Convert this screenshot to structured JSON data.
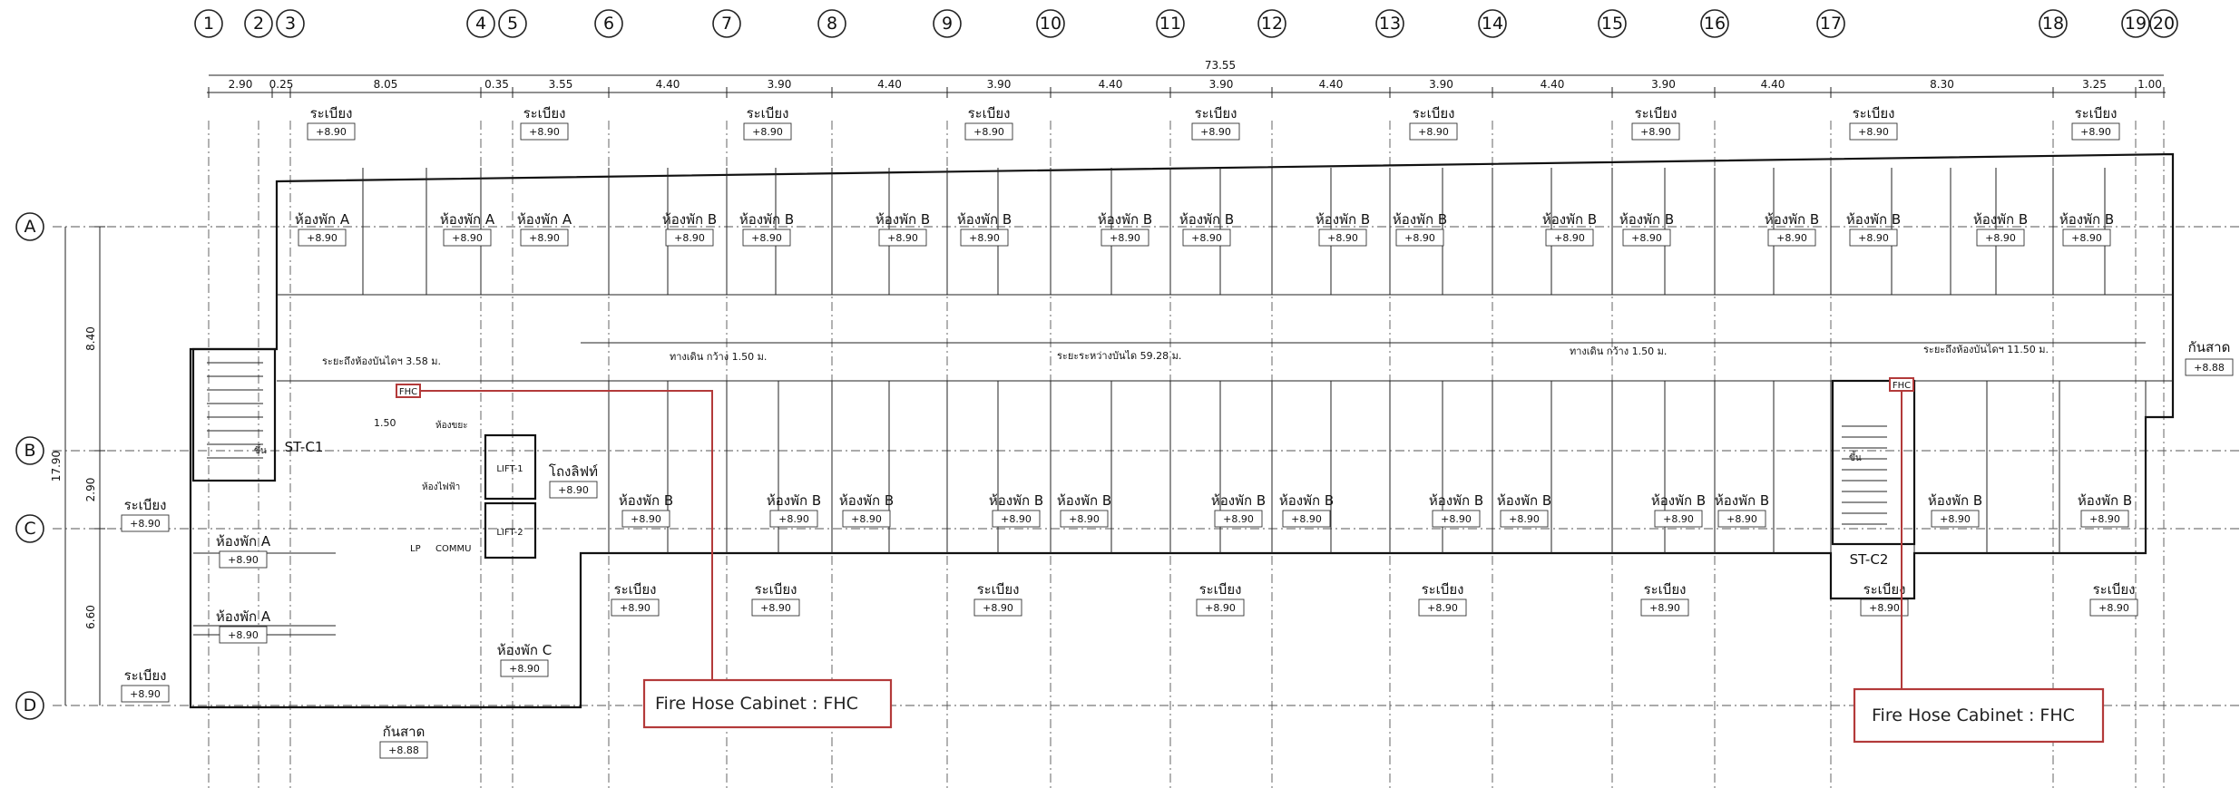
{
  "grid": {
    "columns": [
      "1",
      "2",
      "3",
      "4",
      "5",
      "6",
      "7",
      "8",
      "9",
      "10",
      "11",
      "12",
      "13",
      "14",
      "15",
      "16",
      "17",
      "18",
      "19",
      "20"
    ],
    "rows": [
      "A",
      "B",
      "C",
      "D"
    ]
  },
  "dimensions": {
    "overall": "73.55",
    "top_segments": [
      "2.90",
      "0.25",
      "8.05",
      "0.35",
      "3.55",
      "4.40",
      "3.90",
      "4.40",
      "3.90",
      "4.40",
      "3.90",
      "4.40",
      "3.90",
      "4.40",
      "3.90",
      "4.40",
      "8.30",
      "3.25",
      "1.00"
    ],
    "left_total": "17.90",
    "left_segments": [
      "8.40",
      "2.90",
      "6.60"
    ]
  },
  "labels": {
    "room_a": "ห้องพัก A",
    "room_b": "ห้องพัก B",
    "room_c": "ห้องพัก C",
    "balcony": "ระเบียง",
    "level": "+8.90",
    "wash_area": "กันสาด",
    "wash_level": "+8.88",
    "lift_lobby": "โถงลิฟท์",
    "lift1": "LIFT-1",
    "lift2": "LIFT-2",
    "stair1": "ST-C1",
    "stair2": "ST-C2",
    "up": "ขึ้น",
    "elec_room": "ห้องไฟฟ้า",
    "garbage": "ห้องขยะ",
    "corridor_w_left": "ทางเดิน กว้าง 1.50 ม.",
    "corridor_w_right": "ทางเดิน กว้าง 1.50 ม.",
    "fire_dist_left": "ระยะถึงห้องบันไดฯ 3.58 ม.",
    "fire_dist_mid": "ระยะระหว่างบันได 59.28 ม.",
    "fire_dist_right": "ระยะถึงห้องบันไดฯ 11.50 ม.",
    "dim_150": "1.50",
    "lp": "LP",
    "commu": "COMMU",
    "fhc_tag": "FHC"
  },
  "callouts": [
    {
      "text": "Fire Hose Cabinet : FHC"
    },
    {
      "text": "Fire Hose Cabinet : FHC"
    }
  ]
}
